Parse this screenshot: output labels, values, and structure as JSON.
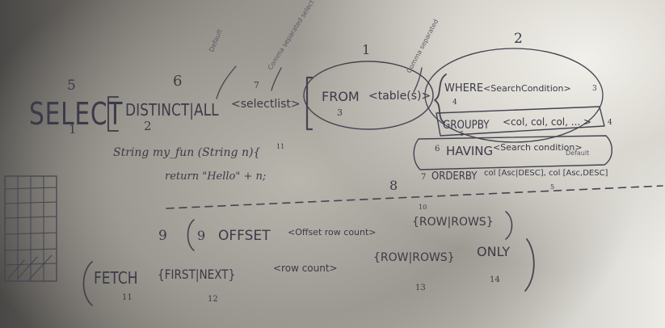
{
  "keywords": {
    "select": "SELECT",
    "distinct_all": "DISTINCT|ALL",
    "select_list": "<selectlist>",
    "from": "FROM",
    "table": "<table(s)>",
    "where": "WHERE",
    "search_condition": "<SearchCondition>",
    "group_by": "GROUPBY",
    "group_cols": "<col, col, col, ... >",
    "having": "HAVING",
    "having_condition": "<Search condition>",
    "order_by": "ORDERBY",
    "order_cols": "col [Asc|DESC], col [Asc,DESC]",
    "offset": "OFFSET",
    "offset_count": "<Offset row count>",
    "row_rows": "{ROW|ROWS}",
    "fetch": "FETCH",
    "first_next": "{FIRST|NEXT}",
    "row_count": "<row count>",
    "fetch_rows": "{ROW|ROWS}",
    "only": "ONLY"
  },
  "annotations": {
    "default_top": "Default",
    "comma_separated_select": "Comma separated select list",
    "comma_separated_table": "Comma separated",
    "default_order": "Default"
  },
  "code": {
    "line1": "String my_fun (String n){",
    "line2": "return \"Hello\" + n;"
  },
  "numbers": {
    "n_select_top": "5",
    "n_select": "1",
    "n_distinct_top": "6",
    "n_distinct": "2",
    "n_selectlist": "7",
    "n_from_circle": "1",
    "n_from": "3",
    "n_where_circle": "2",
    "n_where": "4",
    "n_where_right": "3",
    "n_group": "5",
    "n_having_mark": "4",
    "n_having": "6",
    "n_order_a": "8",
    "n_order_b": "7",
    "n_order_desc": "5",
    "n_offset_a": "9",
    "n_offset_b": "9",
    "n_offset_rows": "10",
    "n_code": "11",
    "n_fetch": "11",
    "n_first": "12",
    "n_fetch_rows": "13",
    "n_only": "14"
  }
}
